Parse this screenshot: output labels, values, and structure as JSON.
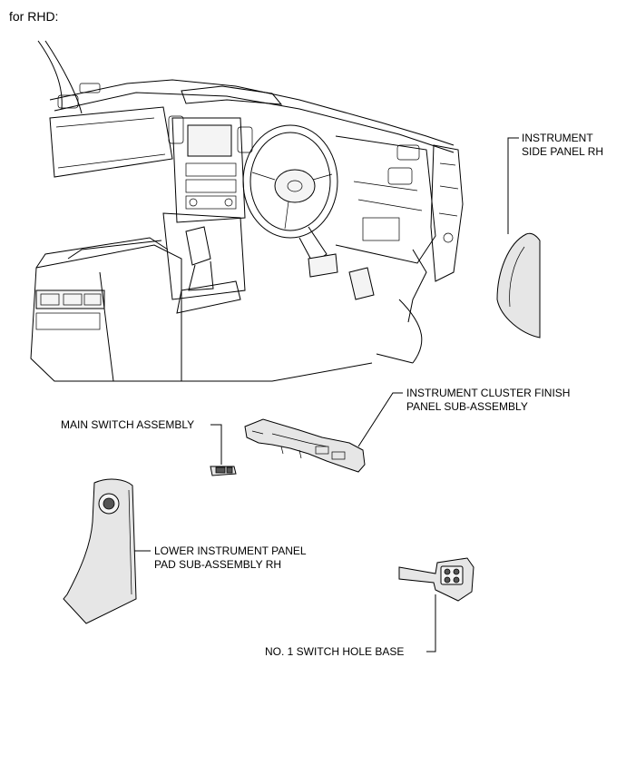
{
  "heading": "for RHD:",
  "labels": {
    "side_panel_1": "INSTRUMENT",
    "side_panel_2": "SIDE PANEL RH",
    "cluster_1": "INSTRUMENT CLUSTER FINISH",
    "cluster_2": "PANEL SUB-ASSEMBLY",
    "main_switch": "MAIN SWITCH ASSEMBLY",
    "lower_pad_1": "LOWER INSTRUMENT PANEL",
    "lower_pad_2": "PAD SUB-ASSEMBLY RH",
    "switch_base": "NO. 1 SWITCH HOLE BASE"
  }
}
